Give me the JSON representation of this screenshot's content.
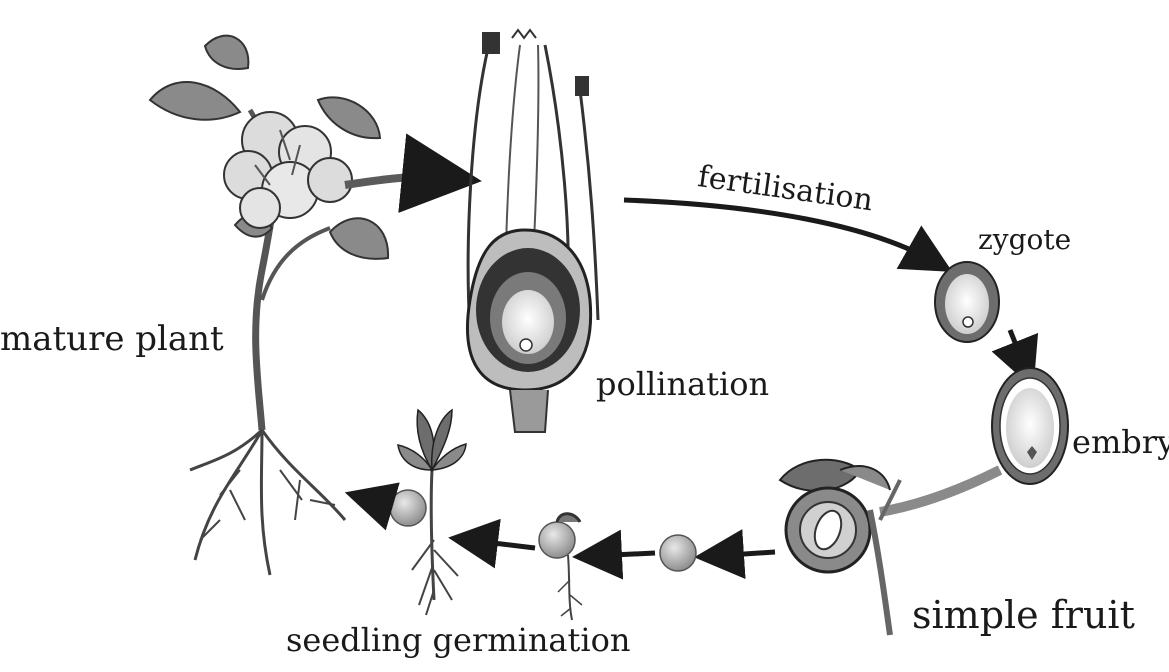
{
  "labels": {
    "mature_plant": "mature plant",
    "fertilisation": "fertilisation",
    "zygote": "zygote",
    "pollination": "pollination",
    "embryo": "embry",
    "simple_fruit": "simple fruit",
    "seedling_germination": "seedling germination"
  },
  "colors": {
    "ink": "#1a1a1a",
    "arrow": "#5b5b5b",
    "leaf": "#8a8a8a",
    "flower": "#dcdcdc",
    "ovule_ring": "#6d6d6d",
    "seed": "#b8b8b8"
  }
}
